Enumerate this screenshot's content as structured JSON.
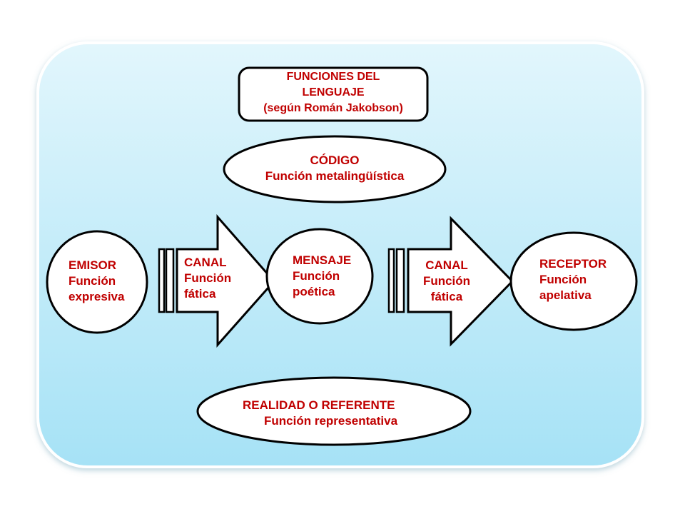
{
  "title": {
    "line1": "FUNCIONES DEL",
    "line2": "LENGUAJE",
    "line3": "(según Román Jakobson)"
  },
  "codigo": {
    "name": "CÓDIGO",
    "function": "Función metalingüística"
  },
  "emisor": {
    "name": "EMISOR",
    "line2": "Función",
    "line3": "expresiva"
  },
  "canal_left": {
    "name": "CANAL",
    "line2": "Función",
    "line3": "fática"
  },
  "mensaje": {
    "name": "MENSAJE",
    "line2": "Función",
    "line3": "poética"
  },
  "canal_right": {
    "name": "CANAL",
    "line2": "Función",
    "line3": "fática"
  },
  "receptor": {
    "name": "RECEPTOR",
    "line2": "Función",
    "line3": "apelativa"
  },
  "referente": {
    "name": "REALIDAD O REFERENTE",
    "function": "Función representativa"
  },
  "colors": {
    "text": "#c00000",
    "panel_top": "#dff5fc",
    "panel_bottom": "#a9e3f7",
    "stroke": "#000000"
  }
}
